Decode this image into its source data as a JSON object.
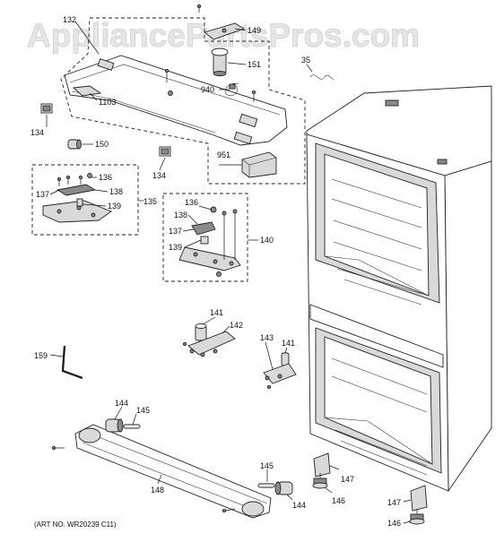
{
  "watermark": "AppliancePartsPros.com",
  "art_number": "(ART NO. WR20239 C11)",
  "callouts": {
    "c132": "132",
    "c149": "149",
    "c151": "151",
    "c35": "35",
    "c940": "940",
    "c1103": "1103",
    "c134a": "134",
    "c134b": "134",
    "c150": "150",
    "c951": "951",
    "c136a": "136",
    "c137a": "137",
    "c138a": "138",
    "c139a": "139",
    "c135": "135",
    "c136b": "136",
    "c138b": "138",
    "c137b": "137",
    "c139b": "139",
    "c140": "140",
    "c141a": "141",
    "c142": "142",
    "c143": "143",
    "c141b": "141",
    "c159": "159",
    "c144a": "144",
    "c145a": "145",
    "c148": "148",
    "c145b": "145",
    "c144b": "144",
    "c147a": "147",
    "c146a": "146",
    "c147b": "147",
    "c146b": "146"
  }
}
